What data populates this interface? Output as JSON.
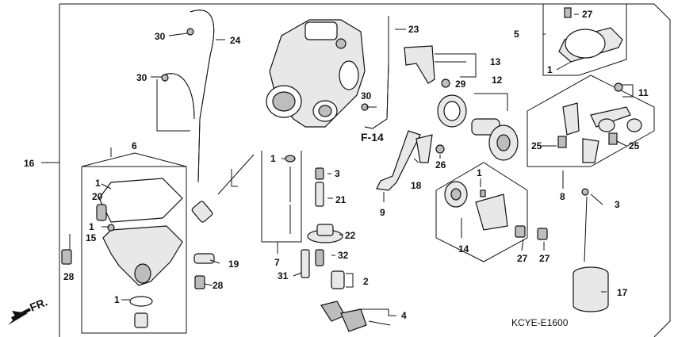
{
  "diagram": {
    "page_reference": "F-14",
    "direction_label": "FR.",
    "diagram_code": "KCYE-E1600",
    "callouts": {
      "c1_a": "1",
      "c1_b": "1",
      "c1_c": "1",
      "c1_d": "1",
      "c1_e": "1",
      "c1_f": "1",
      "c2": "2",
      "c3_a": "3",
      "c3_b": "3",
      "c4": "4",
      "c5": "5",
      "c6": "6",
      "c7": "7",
      "c8": "8",
      "c9": "9",
      "c11": "11",
      "c12": "12",
      "c13": "13",
      "c14": "14",
      "c15": "15",
      "c16": "16",
      "c17": "17",
      "c18": "18",
      "c19": "19",
      "c20": "20",
      "c21": "21",
      "c22": "22",
      "c23": "23",
      "c24": "24",
      "c25_a": "25",
      "c25_b": "25",
      "c26": "26",
      "c27_a": "27",
      "c27_b": "27",
      "c27_c": "27",
      "c28_a": "28",
      "c28_b": "28",
      "c29": "29",
      "c30_a": "30",
      "c30_b": "30",
      "c30_c": "30",
      "c31": "31",
      "c32": "32"
    }
  }
}
